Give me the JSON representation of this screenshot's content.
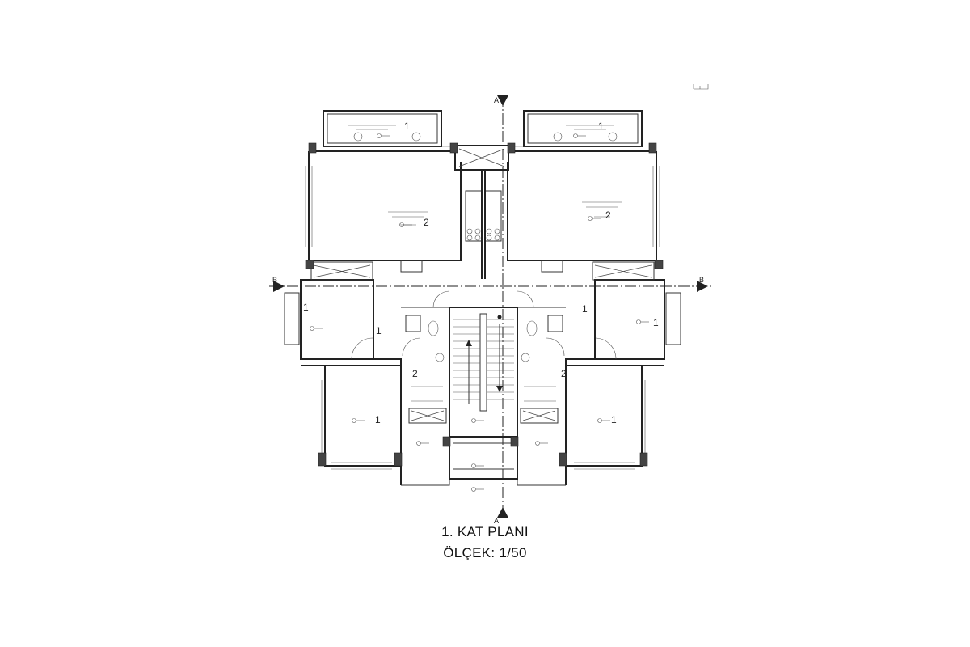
{
  "drawing": {
    "title": "1. KAT PLANI",
    "scale": "ÖLÇEK: 1/50"
  },
  "section_markers": {
    "vertical_top": "A",
    "vertical_bottom": "A",
    "horizontal_left": "B",
    "horizontal_right": "B"
  },
  "room_numbers": {
    "balcony_left": "1",
    "balcony_right": "1",
    "living_left": "2",
    "living_right": "2",
    "bedroom_left_upper": "1",
    "bedroom_right_upper": "1",
    "hall_left": "1",
    "hall_right": "1",
    "bath_left": "2",
    "bath_right": "2",
    "bedroom_left_lower": "1",
    "bedroom_right_lower": "1"
  }
}
